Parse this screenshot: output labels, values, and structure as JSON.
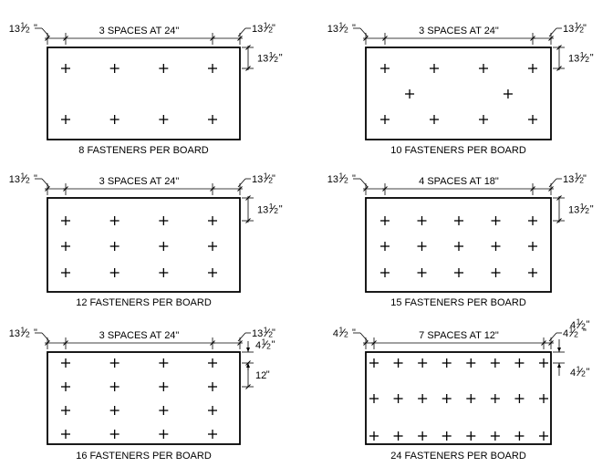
{
  "panels": [
    {
      "caption": "8 FASTENERS PER BOARD",
      "spacing_label": "3 SPACES AT 24\"",
      "edge_label": {
        "whole": "13",
        "num": "1",
        "den": "2"
      },
      "edge_quote": "\"",
      "vertical_labels": [
        {
          "whole": "13",
          "num": "1",
          "den": "2",
          "suffix": "\""
        }
      ],
      "rows": [
        {
          "count": 4,
          "x0": 0,
          "x1": 1
        },
        {
          "count": 4,
          "x0": 0,
          "x1": 1
        }
      ]
    },
    {
      "caption": "10 FASTENERS PER BOARD",
      "spacing_label": "3 SPACES AT 24\"",
      "edge_label": {
        "whole": "13",
        "num": "1",
        "den": "2"
      },
      "edge_quote": "\"",
      "vertical_labels": [
        {
          "whole": "13",
          "num": "1",
          "den": "2",
          "suffix": "\""
        }
      ],
      "rows": [
        {
          "count": 4,
          "x0": 0,
          "x1": 1
        },
        {
          "count": 2,
          "x0": 0.167,
          "x1": 0.833
        },
        {
          "count": 4,
          "x0": 0,
          "x1": 1
        }
      ]
    },
    {
      "caption": "12 FASTENERS PER BOARD",
      "spacing_label": "3 SPACES AT 24\"",
      "edge_label": {
        "whole": "13",
        "num": "1",
        "den": "2"
      },
      "edge_quote": "\"",
      "vertical_labels": [
        {
          "whole": "13",
          "num": "1",
          "den": "2",
          "suffix": "\""
        }
      ],
      "rows": [
        {
          "count": 4,
          "x0": 0,
          "x1": 1
        },
        {
          "count": 4,
          "x0": 0,
          "x1": 1
        },
        {
          "count": 4,
          "x0": 0,
          "x1": 1
        }
      ]
    },
    {
      "caption": "15 FASTENERS PER BOARD",
      "spacing_label": "4 SPACES AT 18\"",
      "edge_label": {
        "whole": "13",
        "num": "1",
        "den": "2"
      },
      "edge_quote": "\"",
      "vertical_labels": [
        {
          "whole": "13",
          "num": "1",
          "den": "2",
          "suffix": "\""
        }
      ],
      "rows": [
        {
          "count": 5,
          "x0": 0,
          "x1": 1
        },
        {
          "count": 5,
          "x0": 0,
          "x1": 1
        },
        {
          "count": 5,
          "x0": 0,
          "x1": 1
        }
      ]
    },
    {
      "caption": "16 FASTENERS PER BOARD",
      "spacing_label": "3 SPACES AT 24\"",
      "edge_label": {
        "whole": "13",
        "num": "1",
        "den": "2"
      },
      "edge_quote": "\"",
      "vertical_labels": [
        {
          "whole": "4",
          "num": "1",
          "den": "2",
          "suffix": "\""
        },
        {
          "whole": "12",
          "num": "",
          "den": "",
          "suffix": "\""
        }
      ],
      "rows": [
        {
          "count": 4,
          "x0": 0,
          "x1": 1
        },
        {
          "count": 4,
          "x0": 0,
          "x1": 1
        },
        {
          "count": 4,
          "x0": 0,
          "x1": 1
        },
        {
          "count": 4,
          "x0": 0,
          "x1": 1
        }
      ]
    },
    {
      "caption": "24 FASTENERS PER BOARD",
      "spacing_label": "7 SPACES AT 12\"",
      "edge_label": {
        "whole": "4",
        "num": "1",
        "den": "2"
      },
      "edge_quote": "\"",
      "vertical_labels": [
        {
          "whole": "4",
          "num": "1",
          "den": "2",
          "suffix": "\""
        },
        {
          "whole": "4",
          "num": "1",
          "den": "2",
          "suffix": "\""
        }
      ],
      "rows": [
        {
          "count": 8,
          "x0": 0,
          "x1": 1
        },
        {
          "count": 8,
          "x0": 0,
          "x1": 1
        },
        {
          "count": 8,
          "x0": 0,
          "x1": 1
        }
      ]
    }
  ]
}
